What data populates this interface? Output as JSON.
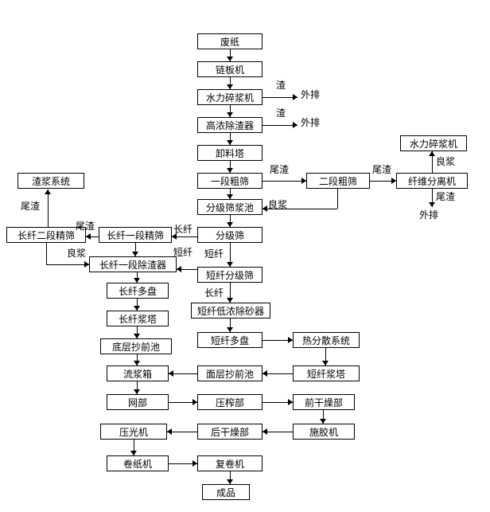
{
  "diagram_title": "waste-paper-pulping-process-flowchart",
  "colors": {
    "background": "#ffffff",
    "line": "#000000",
    "box_fill": "#ffffff",
    "text": "#000000"
  },
  "nodes": {
    "waste_paper": "废纸",
    "chain_plate_machine": "链板机",
    "hydraulic_pulper": "水力碎浆机",
    "high_consistency_cleaner": "高浓除渣器",
    "discharge_tower": "卸料塔",
    "coarse_screen_1": "一段粗筛",
    "coarse_screen_2": "二段粗筛",
    "fiber_separator": "纤维分离机",
    "hydraulic_pulper_right": "水力碎浆机",
    "grading_screen_pool": "分级筛浆池",
    "grading_screen": "分级筛",
    "slag_pulp_system": "渣浆系统",
    "lf_fine_screen_2": "长纤二段精筛",
    "lf_fine_screen_1": "长纤一段精筛",
    "lf_cleaner_1": "长纤一段除渣器",
    "lf_disc_filter": "长纤多盘",
    "lf_pulp_tower": "长纤浆塔",
    "bottom_layer_pool": "底层抄前池",
    "headbox": "流浆箱",
    "wire_section": "网部",
    "calender": "压光机",
    "paper_winder": "卷纸机",
    "sf_grading_screen": "短纤分级筛",
    "sf_lc_sand_remover": "短纤低浓除砂器",
    "sf_disc_filter": "短纤多盘",
    "heat_dispersion_system": "热分散系统",
    "sf_pulp_tower": "短纤浆塔",
    "top_layer_pool": "面层抄前池",
    "press_section": "压榨部",
    "pre_dryer_section": "前干燥部",
    "sizing_machine": "施胶机",
    "post_dryer_section": "后干燥部",
    "rewinder": "复卷机",
    "finished_product": "成品"
  },
  "edge_labels": {
    "pulper_slag": "渣",
    "pulper_slag_out": "外排",
    "cleaner_slag": "渣",
    "cleaner_slag_out": "外排",
    "coarse1_tail": "尾渣",
    "coarse2_tail": "尾渣",
    "separator_good_pulp": "良浆",
    "separator_tail": "尾渣",
    "separator_out": "外排",
    "coarse2_good_pulp": "良浆",
    "long_fiber": "长纤",
    "fine1_tail": "尾渣",
    "fine2_tail": "尾渣",
    "fine2_good_pulp": "良浆",
    "short_fiber_to_cleaner": "短纤",
    "short_fiber": "短纤",
    "long_fiber_down": "长纤"
  },
  "edges": [
    [
      "waste_paper",
      "chain_plate_machine",
      ""
    ],
    [
      "chain_plate_machine",
      "hydraulic_pulper",
      ""
    ],
    [
      "hydraulic_pulper",
      "external_discharge",
      "渣"
    ],
    [
      "hydraulic_pulper",
      "high_consistency_cleaner",
      ""
    ],
    [
      "high_consistency_cleaner",
      "external_discharge",
      "渣"
    ],
    [
      "high_consistency_cleaner",
      "discharge_tower",
      ""
    ],
    [
      "discharge_tower",
      "coarse_screen_1",
      ""
    ],
    [
      "coarse_screen_1",
      "coarse_screen_2",
      "尾渣"
    ],
    [
      "coarse_screen_1",
      "grading_screen_pool",
      ""
    ],
    [
      "coarse_screen_2",
      "fiber_separator",
      "尾渣"
    ],
    [
      "coarse_screen_2",
      "grading_screen_pool",
      "良浆"
    ],
    [
      "fiber_separator",
      "hydraulic_pulper_right",
      "良浆"
    ],
    [
      "fiber_separator",
      "external_discharge",
      "尾渣"
    ],
    [
      "grading_screen_pool",
      "grading_screen",
      ""
    ],
    [
      "grading_screen",
      "lf_fine_screen_1",
      "长纤"
    ],
    [
      "grading_screen",
      "sf_grading_screen",
      "短纤"
    ],
    [
      "lf_fine_screen_1",
      "lf_fine_screen_2",
      "尾渣"
    ],
    [
      "lf_fine_screen_2",
      "slag_pulp_system",
      "尾渣"
    ],
    [
      "lf_fine_screen_2",
      "lf_cleaner_1",
      "良浆"
    ],
    [
      "lf_fine_screen_1",
      "lf_cleaner_1",
      ""
    ],
    [
      "sf_grading_screen",
      "lf_cleaner_1",
      "短纤"
    ],
    [
      "sf_grading_screen",
      "sf_lc_sand_remover",
      "长纤"
    ],
    [
      "lf_cleaner_1",
      "lf_disc_filter",
      ""
    ],
    [
      "lf_disc_filter",
      "lf_pulp_tower",
      ""
    ],
    [
      "lf_pulp_tower",
      "bottom_layer_pool",
      ""
    ],
    [
      "bottom_layer_pool",
      "headbox",
      ""
    ],
    [
      "sf_lc_sand_remover",
      "sf_disc_filter",
      ""
    ],
    [
      "sf_disc_filter",
      "heat_dispersion_system",
      ""
    ],
    [
      "heat_dispersion_system",
      "sf_pulp_tower",
      ""
    ],
    [
      "sf_pulp_tower",
      "top_layer_pool",
      ""
    ],
    [
      "top_layer_pool",
      "headbox",
      ""
    ],
    [
      "headbox",
      "wire_section",
      ""
    ],
    [
      "wire_section",
      "press_section",
      ""
    ],
    [
      "press_section",
      "pre_dryer_section",
      ""
    ],
    [
      "pre_dryer_section",
      "sizing_machine",
      ""
    ],
    [
      "sizing_machine",
      "post_dryer_section",
      ""
    ],
    [
      "post_dryer_section",
      "calender",
      ""
    ],
    [
      "calender",
      "paper_winder",
      ""
    ],
    [
      "paper_winder",
      "rewinder",
      ""
    ],
    [
      "rewinder",
      "finished_product",
      ""
    ]
  ]
}
